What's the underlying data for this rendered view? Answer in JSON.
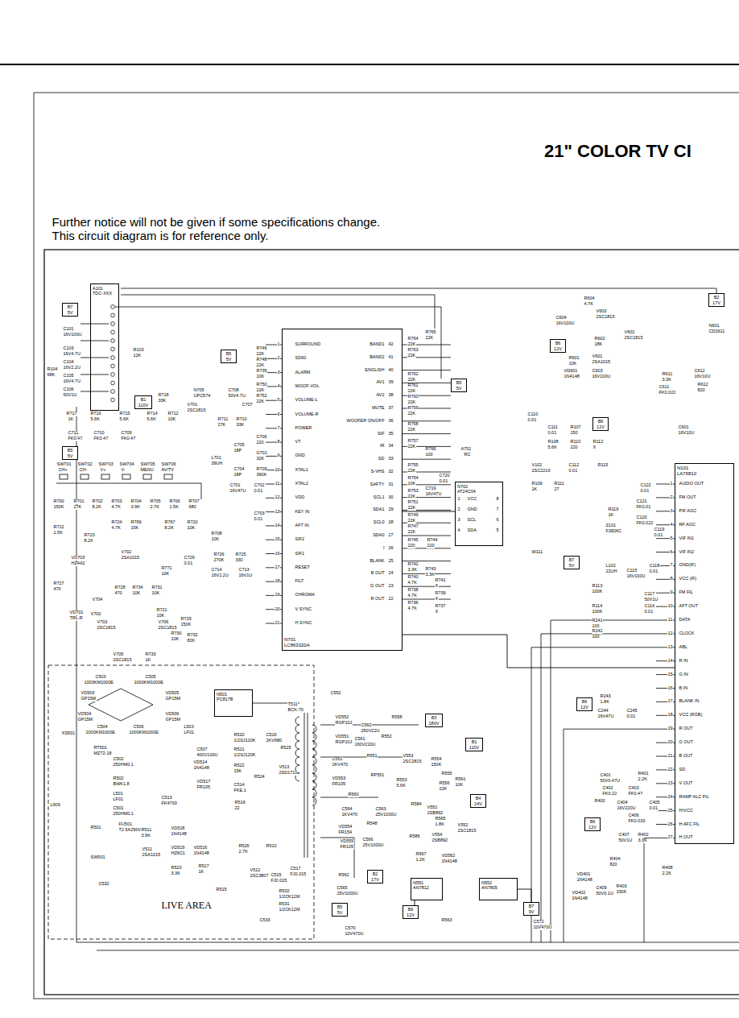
{
  "diagram": {
    "title": "21\" COLOR TV CI",
    "nodes": [
      {
        "text": [
          "A101",
          "TDC-XXX"
        ]
      },
      {
        "text": [
          "B7",
          "5V"
        ]
      },
      {
        "text": [
          "B5",
          "5V"
        ]
      },
      {
        "text": [
          "N701",
          "LC863320A"
        ]
      },
      {
        "text": [
          "B1",
          "110V"
        ]
      },
      {
        "text": [
          "B5",
          "5V"
        ]
      },
      {
        "text": [
          "B6",
          "12V"
        ]
      },
      {
        "text": [
          "B2",
          "17V"
        ]
      },
      {
        "text": [
          "B5",
          "5V"
        ]
      },
      {
        "text": [
          "B6",
          "12V"
        ]
      },
      {
        "text": [
          "N702",
          "AT24C04"
        ]
      },
      {
        "text": [
          "N101",
          "LA76810"
        ]
      },
      {
        "text": [
          "B7",
          "5V"
        ]
      },
      {
        "text": [
          "N501",
          "PC817B"
        ]
      },
      {
        "text": [
          "B6",
          "12V"
        ]
      },
      {
        "text": [
          "B3",
          "180V"
        ]
      },
      {
        "text": [
          "B1",
          "110V"
        ]
      },
      {
        "text": [
          "B4",
          "24V"
        ]
      },
      {
        "text": [
          "B6",
          "12V"
        ]
      },
      {
        "text": [
          "B2",
          "17V"
        ]
      },
      {
        "text": [
          "N551",
          "AN7812"
        ]
      },
      {
        "text": [
          "N552",
          "AN7805"
        ]
      },
      {
        "text": [
          "B5",
          "5V"
        ]
      },
      {
        "text": [
          "B6",
          "12V"
        ]
      },
      {
        "text": [
          "B7",
          "9V"
        ]
      }
    ],
    "edges": [
      {
        "from": 3,
        "to": 10,
        "arrow": "none"
      },
      {
        "from": 3,
        "to": 11,
        "arrow": "none"
      },
      {
        "from": 20,
        "to": 23,
        "arrow": "none"
      },
      {
        "from": 21,
        "to": 24,
        "arrow": "none"
      }
    ],
    "labels": [
      "Further notice will not be given if some specifications change.",
      "This circuit diagram is for reference only.",
      "SURROUND",
      "SD60",
      "ALARM",
      "WOOF-VOL",
      "VOLUME-L",
      "VOLUME-R",
      "POWER",
      "VT",
      "GND",
      "XTAL1",
      "XTAL2",
      "VDD",
      "KEY IN",
      "AFT IN",
      "SIF2",
      "SIF1",
      "RESET",
      "FILT",
      "CHROMA",
      "V SYNC",
      "H SYNC",
      "1",
      "2",
      "3",
      "4",
      "5",
      "6",
      "7",
      "8",
      "9",
      "10",
      "11",
      "12",
      "13",
      "14",
      "15",
      "16",
      "17",
      "18",
      "19",
      "20",
      "21",
      "BAND1",
      "BAND2",
      "ENGLISH",
      "AV1",
      "AV2",
      "MUTE",
      "WOOFER ON/OFF",
      "SIF",
      "IR",
      "SD",
      "S-VHS",
      "SAFTY",
      "SCL1",
      "SDA1",
      "SCL0",
      "SDA0",
      "I",
      "BLANK",
      "B OUT",
      "G OUT",
      "R OUT",
      "42",
      "41",
      "40",
      "39",
      "38",
      "37",
      "36",
      "35",
      "34",
      "33",
      "32",
      "31",
      "30",
      "29",
      "28",
      "27",
      "26",
      "25",
      "24",
      "23",
      "22",
      "VCC",
      "GND",
      "SCL",
      "SDA",
      "1",
      "2",
      "3",
      "4",
      "8",
      "7",
      "6",
      "5",
      "AUDIO OUT",
      "FM OUT",
      "PIF AGC",
      "RF AGC",
      "VIF IN1",
      "VIF IN2",
      "GND(IF)",
      "VCC (IF)",
      "FM FIL",
      "AFT OUT",
      "DATA",
      "CLOCK",
      "ABL",
      "R IN",
      "G IN",
      "B IN",
      "BLANK IN",
      "VCC (RGB)",
      "R OUT",
      "G OUT",
      "B OUT",
      "SD",
      "V OUT",
      "RAMP ALC FIL",
      "H/VCC",
      "H AFC FIL",
      "H OUT",
      "1",
      "2",
      "3",
      "4",
      "5",
      "6",
      "7",
      "8",
      "9",
      "10",
      "11",
      "12",
      "13",
      "14",
      "15",
      "16",
      "17",
      "18",
      "19",
      "20",
      "21",
      "22",
      "23",
      "24",
      "25",
      "26",
      "27",
      "C101",
      "16V100U",
      "C103",
      "16V4.7U",
      "C104",
      "16V2.2U",
      "C105",
      "16V4.7U",
      "C106",
      "50V1U",
      "R104",
      "68K",
      "R103",
      "12K",
      "R717",
      "1K",
      "R716",
      "5.6K",
      "R715",
      "5.6K",
      "R714",
      "5.6K",
      "C711",
      "FK0.47",
      "C710",
      "FK0.47",
      "C709",
      "FK0.47",
      "R718",
      "33K",
      "R712",
      "10K",
      "N705",
      "UPC574",
      "V701",
      "2SC1815",
      "C708",
      "50V4.7U",
      "C707",
      "R711",
      "27K",
      "R710",
      "33K",
      "C706",
      "220",
      "R746",
      "22K",
      "R748",
      "22K",
      "R735",
      "10K",
      "R750",
      "22K",
      "R752",
      "22K",
      "C705",
      "18P",
      "G701",
      "32K",
      "C704",
      "18P",
      "R709",
      "390K",
      "L701",
      "39UH",
      "C701",
      "16V47U",
      "C702",
      "0.01",
      "C703",
      "0.01",
      "SW701",
      "CH+",
      "SW702",
      "CH-",
      "SW703",
      "V+",
      "SW704",
      "V-",
      "SW705",
      "MENU",
      "SW706",
      "AV/TV",
      "R700",
      "150K",
      "R701",
      "27K",
      "R702",
      "8.2K",
      "R703",
      "4.7K",
      "R704",
      "3.9K",
      "R705",
      "2.7K",
      "R706",
      "1.5K",
      "R707",
      "680",
      "R722",
      "1.5K",
      "R723",
      "8.2K",
      "R724",
      "4.7K",
      "R769",
      "15K",
      "R767",
      "8.2K",
      "R720",
      "10K",
      "R708",
      "10K",
      "V702",
      "2SA1015",
      "VD703",
      "HZ4A2",
      "C729",
      "0.01",
      "R771",
      "10K",
      "R726",
      "270K",
      "R725",
      "330",
      "C714",
      "16V2.2U",
      "C713",
      "16V1U",
      "R727",
      "470",
      "R728",
      "470",
      "R734",
      "10K",
      "R731",
      "10K",
      "VD701",
      "TRL-R",
      "V704",
      "V700",
      "R721",
      "10K",
      "R729",
      "150K",
      "V703",
      "2SC1815",
      "V706",
      "2SC1815",
      "R730",
      "10K",
      "R732",
      "82K",
      "V705",
      "2SC1815",
      "R733",
      "1K",
      "R765",
      "22K",
      "R764",
      "22K",
      "R763",
      "22K",
      "R762",
      "22K",
      "R761",
      "22K",
      "R760",
      "22K",
      "R759",
      "22K",
      "R758",
      "22K",
      "R757",
      "22K",
      "R766",
      "100",
      "R755",
      "22K",
      "R754",
      "10K",
      "R753",
      "22K",
      "R751",
      "22K",
      "R749",
      "22K",
      "R747",
      "22K",
      "R745",
      "220",
      "R744",
      "220",
      "C719",
      "16V47U",
      "C720",
      "0.01",
      "A701",
      "RC",
      "R742",
      "3.3K",
      "R743",
      "3.3K",
      "R740",
      "4.7K",
      "R741",
      "X",
      "R738",
      "4.7K",
      "R739",
      "X",
      "R736",
      "4.7K",
      "R737",
      "X",
      "R604",
      "4.7K",
      "V603",
      "2SC1815",
      "C604",
      "16V100U",
      "R602",
      "18K",
      "V602",
      "2SC1815",
      "R601",
      "10K",
      "V601",
      "2SA1015",
      "VD601",
      "1N4148",
      "C603",
      "16V100U",
      "N601",
      "CD2611",
      "C612",
      "16V10U",
      "R611",
      "3.3K",
      "C611",
      "FK0.022",
      "R612",
      "820",
      "C601",
      "16V10U",
      "C110",
      "0.01",
      "C111",
      "0.01",
      "R107",
      "150",
      "R108",
      "5.6K",
      "R110",
      "220",
      "R112",
      "X",
      "R115",
      "V102",
      "2SC2216",
      "C112",
      "0.01",
      "R109",
      "1K",
      "R111",
      "27",
      "C122",
      "0.01",
      "C121",
      "FK0.01",
      "R119",
      "1K",
      "C120",
      "FK0.022",
      "C119",
      "0.01",
      "Z101",
      "F3826C",
      "W111",
      "L102",
      "22UH",
      "C115",
      "16V100U",
      "C118",
      "0.01",
      "R113",
      "100K",
      "C117",
      "50V1U",
      "R114",
      "100K",
      "C116",
      "0.01",
      "R241",
      "100",
      "R242",
      "100",
      "R243",
      "1.8K",
      "C244",
      "16V47U",
      "C245",
      "0.01",
      "C401",
      "50V0.47U",
      "R401",
      "2.2K",
      "C402",
      "FK0.22",
      "C403",
      "FK0.47",
      "R400",
      "C404",
      "16V220U",
      "C405",
      "0.01",
      "C406",
      "FK0.033",
      "C407",
      "50V1U",
      "R402",
      "3.3K",
      "R404",
      "820",
      "R408",
      "2.2K",
      "VD401",
      "1N4148",
      "VD402",
      "1N4148",
      "C409",
      "50V0.1U",
      "R403",
      "330K",
      "C503",
      "1000KM1000E",
      "C505",
      "1000KM1000E",
      "VD503",
      "GP15M",
      "VD505",
      "GP15M",
      "VD504",
      "GP15M",
      "VD506",
      "GP15M",
      "C504",
      "1000KM1000E",
      "C506",
      "1000KM1000E",
      "XS501",
      "RT501",
      "MZ72-18",
      "L503",
      "LF01",
      "C507",
      "400V100U",
      "C502",
      "250HM0.1",
      "R502",
      "BWK1.8",
      "L501",
      "LF01",
      "C501",
      "250HM0.1",
      "L909",
      "R501",
      "FU501",
      "T2.5A250V",
      "SW501",
      "C532",
      "C513",
      "FK4700",
      "R511",
      "3.9K",
      "VD518",
      "1N4148",
      "V511",
      "2SA1015",
      "VD519",
      "HZ6C1",
      "R523",
      "3.3K",
      "VD514",
      "1N4148",
      "VD517",
      "FR105",
      "VD516",
      "1N4148",
      "R517",
      "1K",
      "R520",
      "1/2SJ120K",
      "R521",
      "1/2SJ120K",
      "C516",
      "2KV680",
      "R525",
      "R522",
      "15K",
      "V513",
      "2SD1710",
      "R524",
      "C514",
      "FKE.1",
      "R519",
      "22",
      "R526",
      "2.7K",
      "R510",
      "V512",
      "2SC3807",
      "C515",
      "FJ0.015",
      "C517",
      "FJ0.015",
      "R515",
      "R532",
      "1/2CK12M",
      "R531",
      "1/2CK12M",
      "C533",
      "LIVE AREA",
      "T511",
      "BCK-70",
      "C552",
      "VD552",
      "RGP10J",
      "C562",
      "250V22U",
      "R558",
      "VD551",
      "RGP10J",
      "C561",
      "160V220U",
      "R552",
      "C551",
      "2KV470",
      "R551",
      "V553",
      "2SC1815",
      "R554",
      "150K",
      "VD553",
      "FR105",
      "RP551",
      "R553",
      "5.6K",
      "R555",
      "R556",
      "22K",
      "R561",
      "10K",
      "R560",
      "C564",
      "1KV470",
      "C563",
      "25V1000U",
      "R584",
      "V551",
      "2SB892",
      "R565",
      "1.8K",
      "V552",
      "2SC1815",
      "VD554",
      "FR154",
      "R548",
      "R586",
      "V554",
      "2SB892",
      "VD555",
      "FR105",
      "C566",
      "25V1000U",
      "R567",
      "1.2K",
      "VD562",
      "1N4148",
      "R562",
      "C565",
      "25V1000U",
      "R563",
      "C570",
      "10V470U",
      "C572",
      "10V470U"
    ]
  }
}
